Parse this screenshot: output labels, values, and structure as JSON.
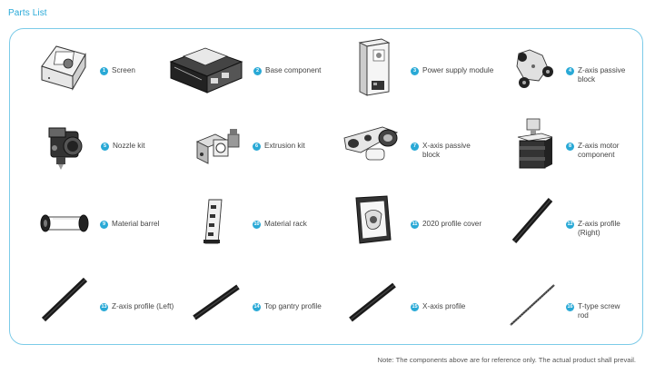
{
  "title": "Parts List",
  "note": "Note: The components above are for reference only. The actual product shall prevail.",
  "accent_color": "#29a9d6",
  "parts": [
    {
      "number": "1",
      "name": "Screen",
      "icon": "screen-icon"
    },
    {
      "number": "2",
      "name": "Base component",
      "icon": "base-component-icon"
    },
    {
      "number": "3",
      "name": "Power supply module",
      "icon": "power-supply-icon"
    },
    {
      "number": "4",
      "name": "Z-axis passive\nblock",
      "icon": "z-axis-passive-block-icon"
    },
    {
      "number": "5",
      "name": "Nozzle kit",
      "icon": "nozzle-kit-icon"
    },
    {
      "number": "6",
      "name": "Extrusion kit",
      "icon": "extrusion-kit-icon"
    },
    {
      "number": "7",
      "name": "X-axis passive\nblock",
      "icon": "x-axis-passive-block-icon"
    },
    {
      "number": "8",
      "name": "Z-axis motor\ncomponent",
      "icon": "z-axis-motor-icon"
    },
    {
      "number": "9",
      "name": "Material barrel",
      "icon": "material-barrel-icon"
    },
    {
      "number": "10",
      "name": "Material rack",
      "icon": "material-rack-icon"
    },
    {
      "number": "11",
      "name": "2020 profile cover",
      "icon": "profile-cover-icon"
    },
    {
      "number": "12",
      "name": "Z-axis profile\n(Right)",
      "icon": "z-axis-profile-right-icon"
    },
    {
      "number": "13",
      "name": "Z-axis profile (Left)",
      "icon": "z-axis-profile-left-icon"
    },
    {
      "number": "14",
      "name": "Top gantry profile",
      "icon": "top-gantry-profile-icon"
    },
    {
      "number": "15",
      "name": "X-axis profile",
      "icon": "x-axis-profile-icon"
    },
    {
      "number": "16",
      "name": "T-type screw\nrod",
      "icon": "t-type-screw-rod-icon"
    }
  ]
}
